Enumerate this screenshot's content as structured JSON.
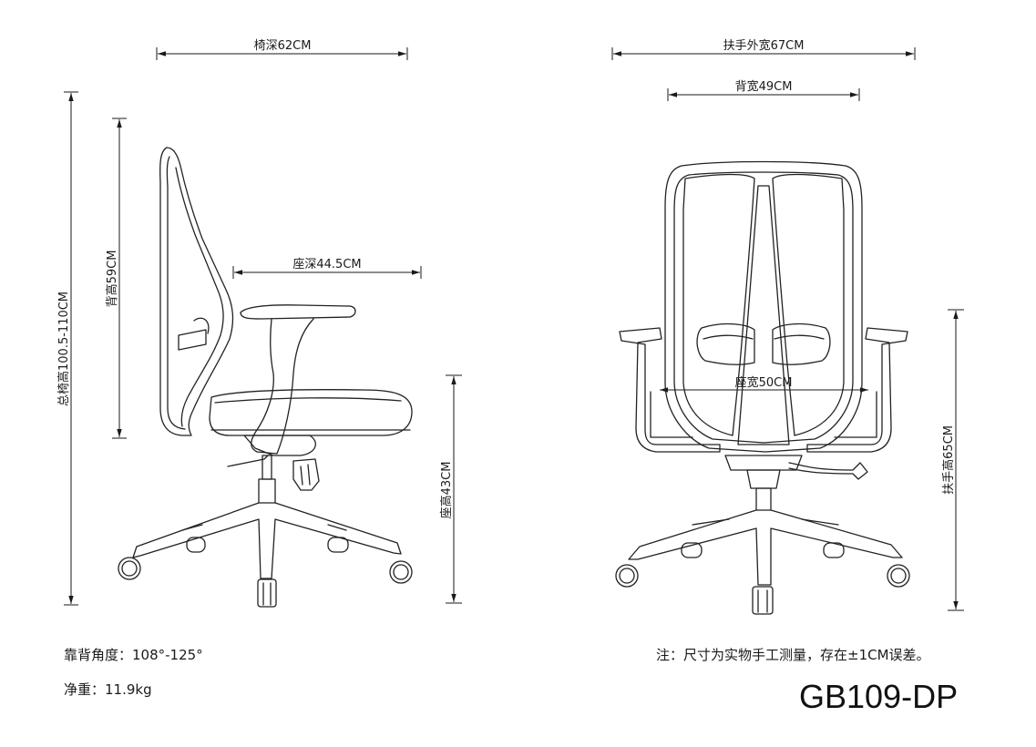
{
  "dimensions": {
    "seat_depth_total": "椅深62CM",
    "armrest_outer_width": "扶手外宽67CM",
    "back_width": "背宽49CM",
    "seat_depth": "座深44.5CM",
    "back_height": "背高59CM",
    "total_height": "总椅高100.5-110CM",
    "seat_height": "座高43CM",
    "seat_width": "座宽50CM",
    "armrest_height": "扶手高65CM"
  },
  "specs": {
    "recline_angle": "靠背角度：108°-125°",
    "net_weight": "净重：11.9kg"
  },
  "note": "注：尺寸为实物手工测量，存在±1CM误差。",
  "model": "GB109-DP"
}
